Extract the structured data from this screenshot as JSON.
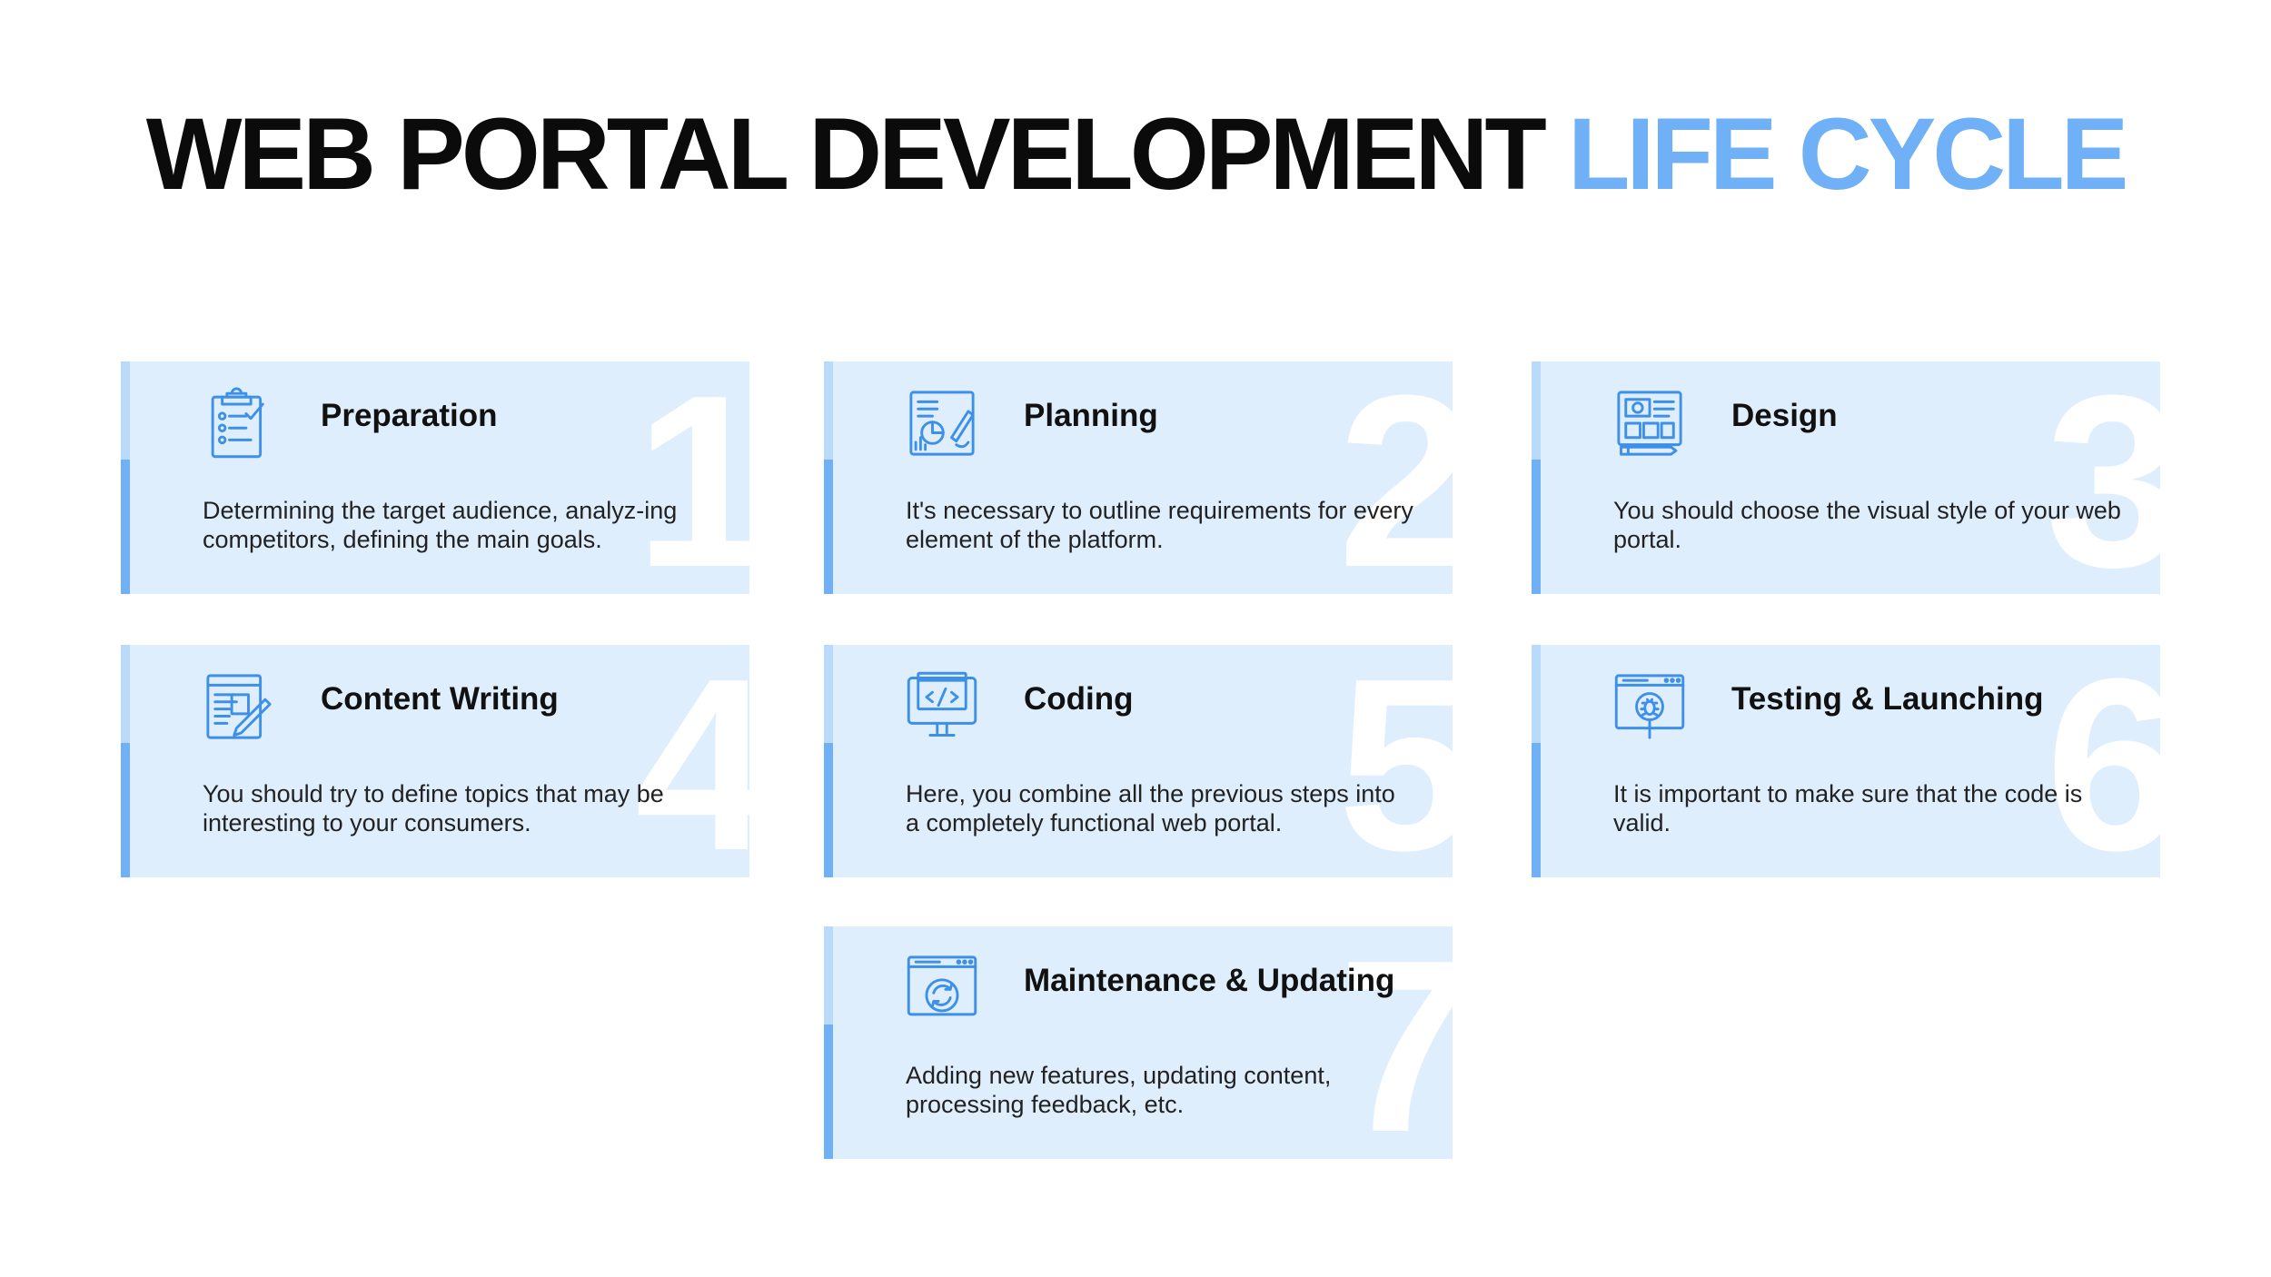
{
  "page": {
    "title_main": "WEB PORTAL DEVELOPMENT",
    "title_accent": "LIFE CYCLE"
  },
  "colors": {
    "accent": "#6fb0f6",
    "card_bg": "#dfeefd",
    "bar_light": "#b9dafb",
    "icon_stroke": "#3d8fe8"
  },
  "steps": [
    {
      "number": "1",
      "heading": "Preparation",
      "description": "Determining the target audience, analyz-ing competitors, defining the main goals.",
      "icon": "clipboard-checklist-icon"
    },
    {
      "number": "2",
      "heading": "Planning",
      "description": "It's necessary to outline requirements for every element of the platform.",
      "icon": "planning-board-icon"
    },
    {
      "number": "3",
      "heading": "Design",
      "description": "You should choose the visual style of your web portal.",
      "icon": "layout-design-icon"
    },
    {
      "number": "4",
      "heading": "Content Writing",
      "description": "You should try to define topics that may be interesting to your consumers.",
      "icon": "document-pen-icon"
    },
    {
      "number": "5",
      "heading": "Coding",
      "description": "Here, you combine all the previous steps into a completely functional web portal.",
      "icon": "code-monitor-icon"
    },
    {
      "number": "6",
      "heading": "Testing & Launching",
      "description": "It is important to make sure that the code is valid.",
      "icon": "bug-search-icon"
    },
    {
      "number": "7",
      "heading": "Maintenance & Updating",
      "description": "Adding new features, updating content, processing feedback, etc.",
      "icon": "browser-refresh-icon"
    }
  ]
}
